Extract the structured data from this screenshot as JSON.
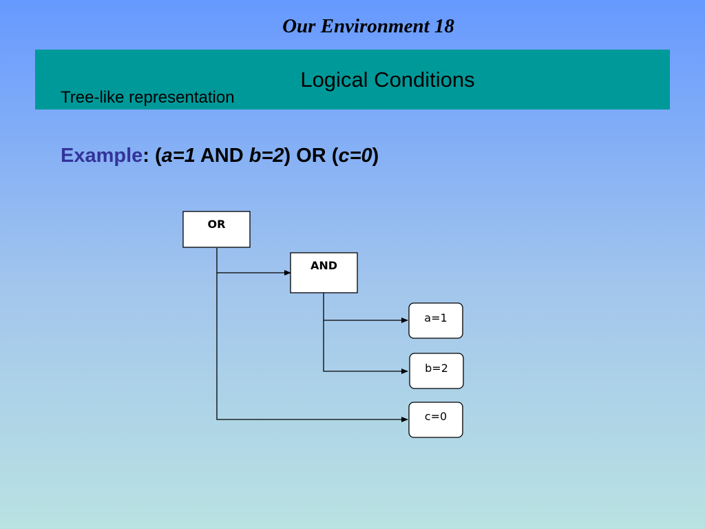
{
  "header": {
    "text": "Our Environment 18"
  },
  "title_bar": {
    "title": "Logical Conditions",
    "subtitle": "Tree-like representation"
  },
  "example": {
    "label": "Example",
    "colon": ": (",
    "a": "a=1",
    "and": " AND ",
    "b": "b=2",
    "close_or": ") OR (",
    "c": "c=0",
    "close": ")"
  },
  "tree": {
    "nodes": {
      "or": "OR",
      "and": "AND",
      "a": "a=1",
      "b": "b=2",
      "c": "c=0"
    },
    "colors": {
      "box_fill": "#ffffff",
      "box_stroke": "#000000",
      "line": "#000000"
    }
  }
}
